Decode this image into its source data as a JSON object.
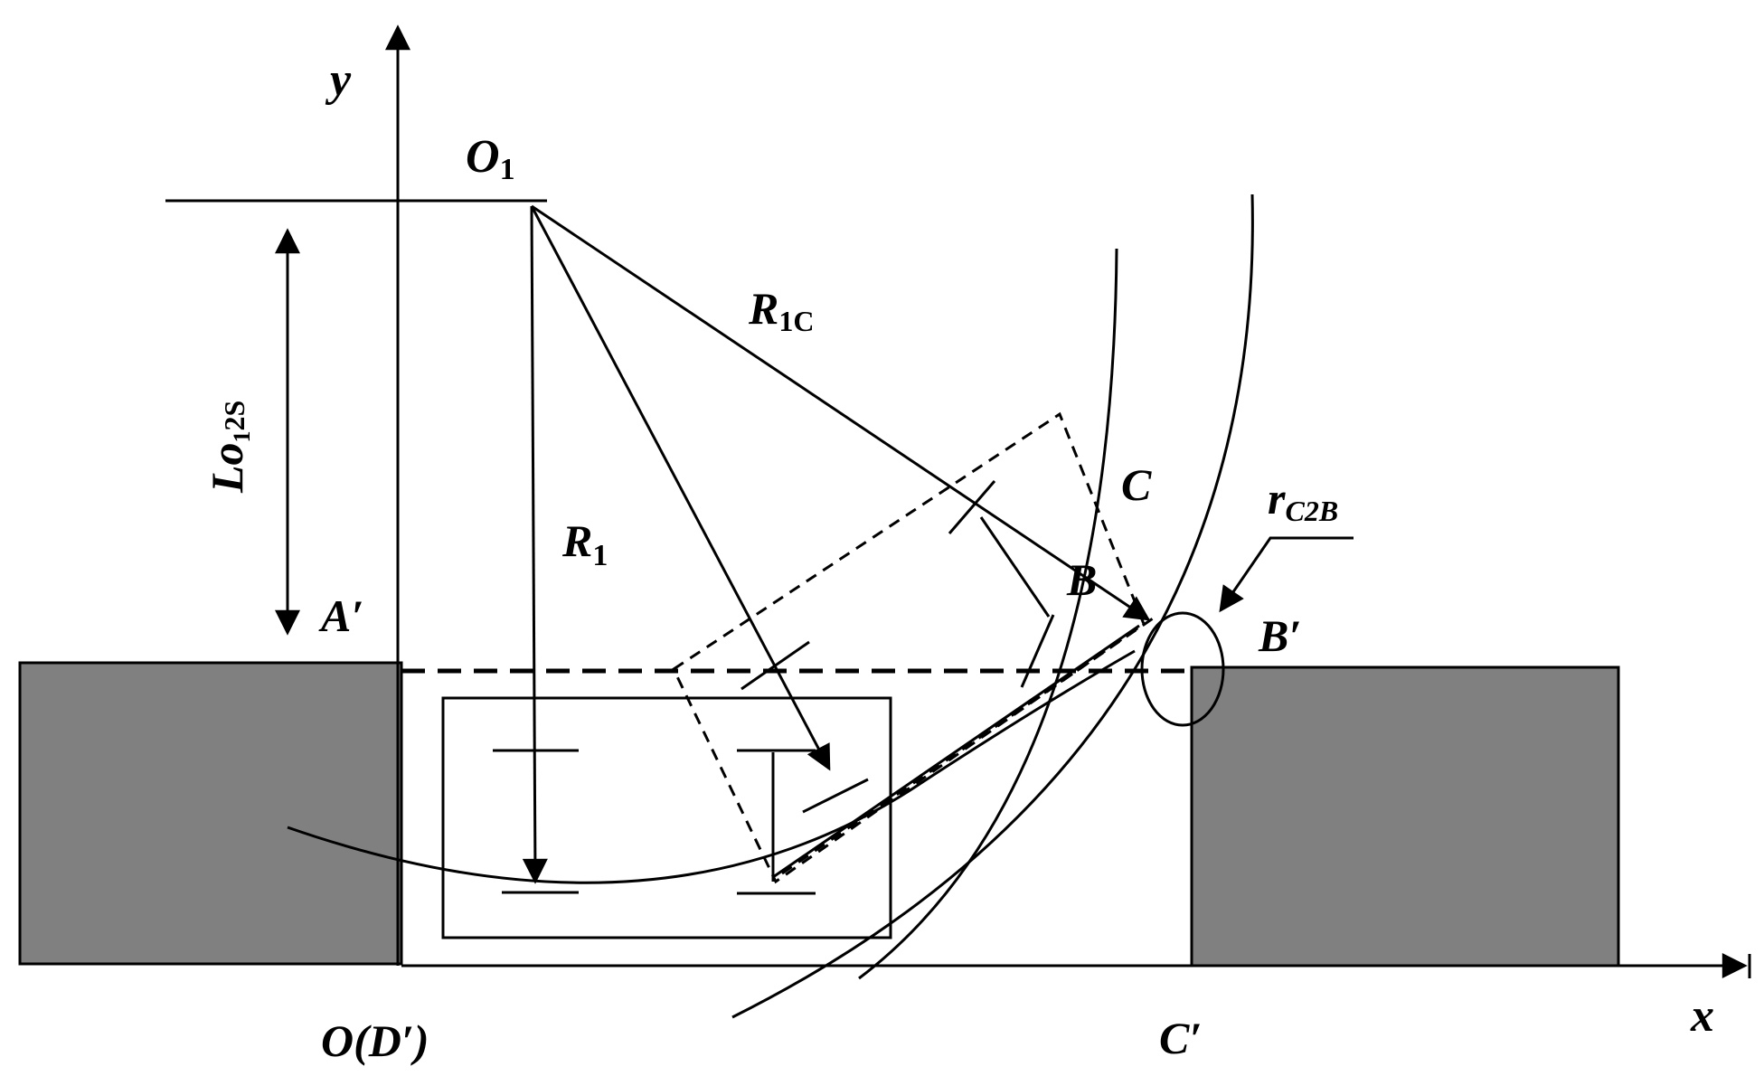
{
  "labels": {
    "y_axis": "y",
    "x_axis": "x",
    "o1": "O",
    "o1_sub": "1",
    "r1c": "R",
    "r1c_sub": "1C",
    "lo12s": "Lo",
    "lo12s_sub1": "1",
    "lo12s_sub2": "2S",
    "r1": "R",
    "r1_sub": "1",
    "a_prime": "A′",
    "c": "C",
    "b": "B",
    "b_prime": "B′",
    "rc2b": "r",
    "rc2b_sub": "C2B",
    "origin": "O(D′)",
    "c_prime": "C′"
  },
  "colors": {
    "block_fill": "#808080",
    "stroke": "#000000",
    "background": "#ffffff"
  }
}
